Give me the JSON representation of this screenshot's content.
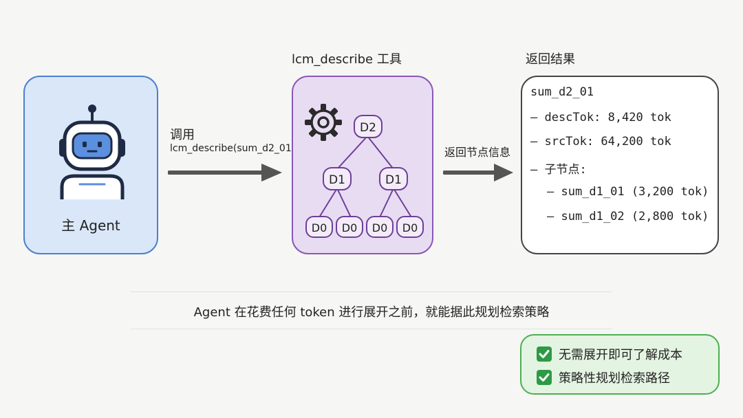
{
  "agent": {
    "label": "主 Agent",
    "icon": "robot-icon"
  },
  "call": {
    "label": "调用",
    "function": "lcm_describe(sum_d2_01)"
  },
  "tool": {
    "title": "lcm_describe 工具",
    "icon": "gear-icon",
    "tree": {
      "root": "D2",
      "level1": [
        "D1",
        "D1"
      ],
      "level0": [
        "D0",
        "D0",
        "D0",
        "D0"
      ]
    }
  },
  "return_label": "返回节点信息",
  "result": {
    "title": "返回结果",
    "lines": [
      "sum_d2_01",
      "— descTok: 8,420 tok",
      "— srcTok: 64,200 tok",
      "— 子节点:",
      "— sum_d1_01 (3,200 tok)",
      "— sum_d1_02 (2,800 tok)"
    ]
  },
  "bottom_note": "Agent 在花费任何 token 进行展开之前，就能据此规划检索策略",
  "benefits": [
    "无需展开即可了解成本",
    "策略性规划检索路径"
  ],
  "colors": {
    "agent_border": "#4b7fd0",
    "agent_fill": "#d9e7f8",
    "tool_border": "#8a57b8",
    "tool_fill": "#e8dcf2",
    "benefit_border": "#4caf50",
    "benefit_fill": "#e4f4e2",
    "arrow": "#555555"
  }
}
